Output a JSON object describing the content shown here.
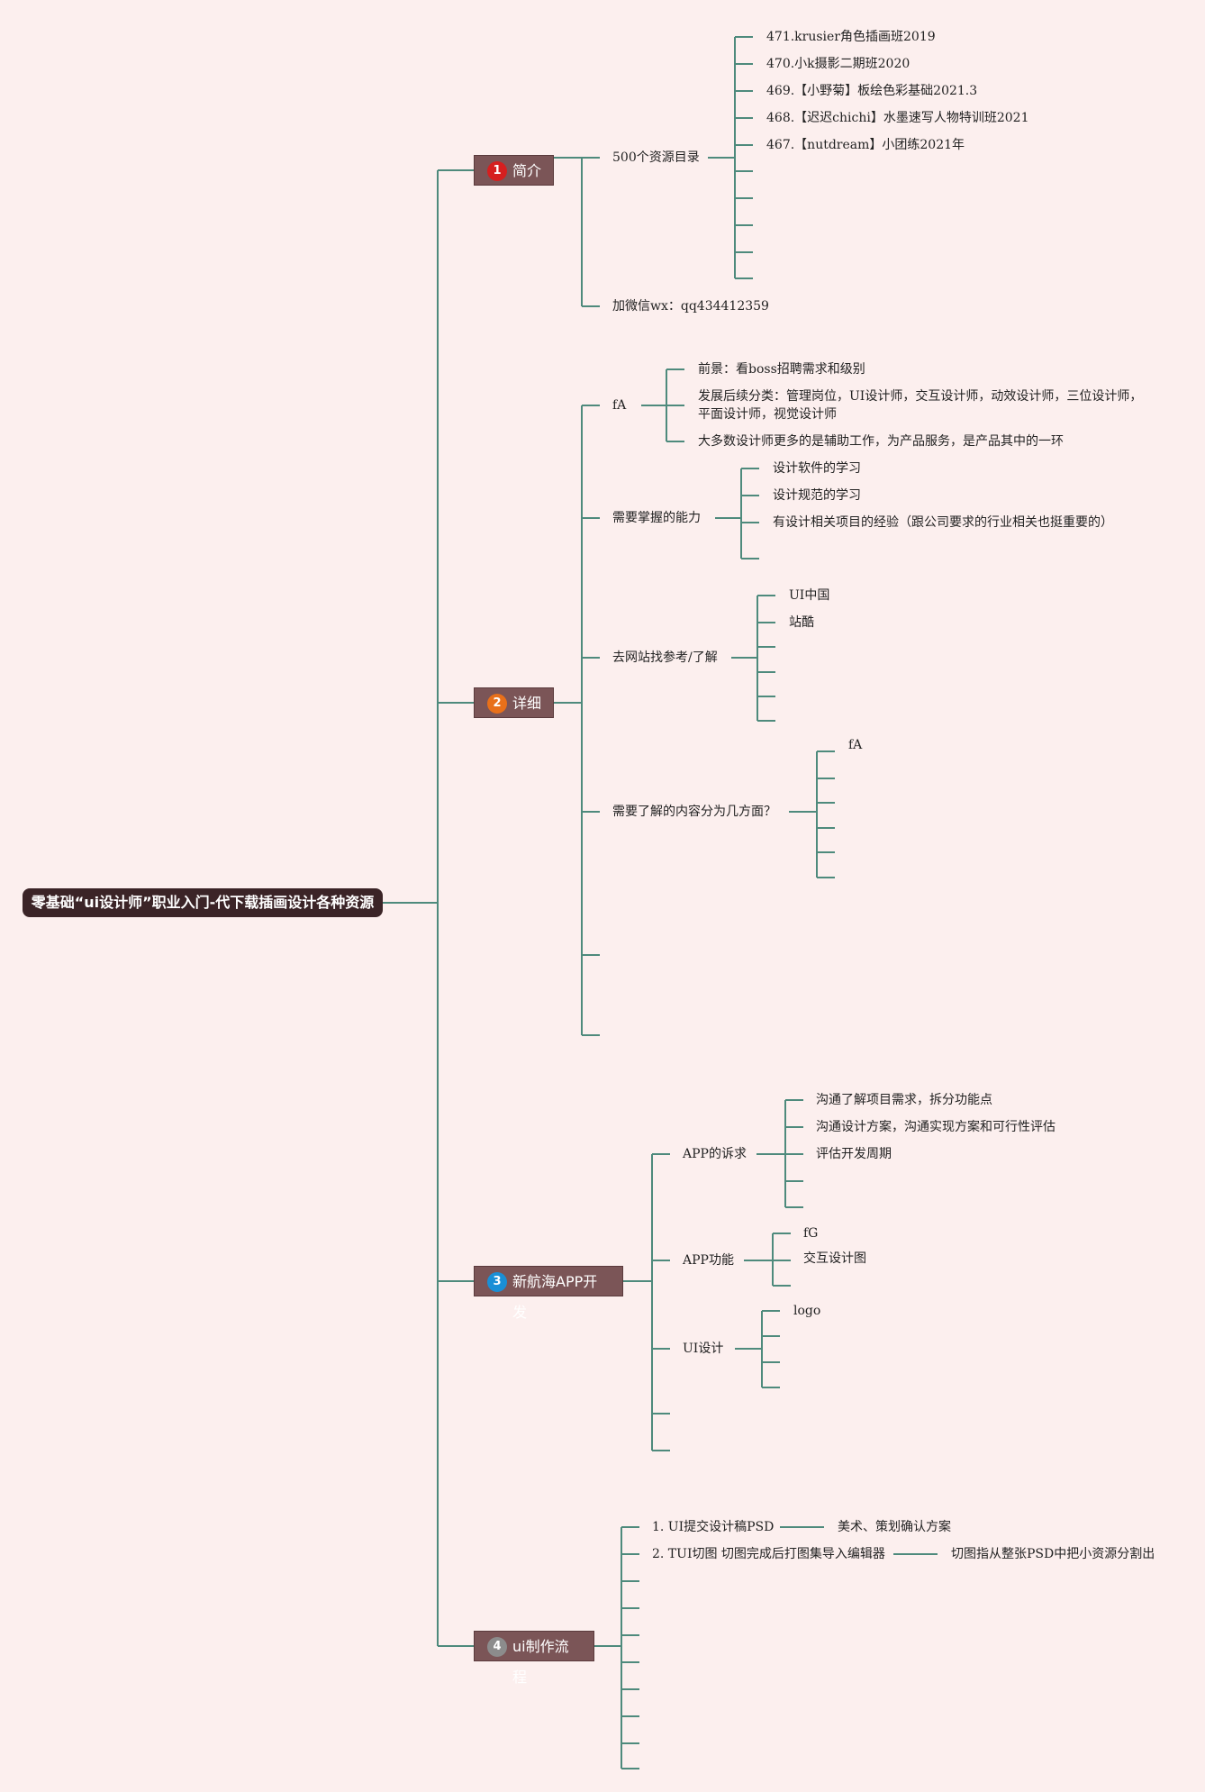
{
  "colors": {
    "background": "#fcefee",
    "connector": "#4e8a7c",
    "root_bg": "#3b2427",
    "section_bg": "#7b5557",
    "badge_1": "#d61f1f",
    "badge_2": "#e8701a",
    "badge_3": "#1a8fd6",
    "badge_4": "#8c8c8c"
  },
  "root": {
    "label": "零基础“ui设计师”职业入门-代下载插画设计各种资源"
  },
  "sections": [
    {
      "number": "1",
      "label": "简介"
    },
    {
      "number": "2",
      "label": "详细"
    },
    {
      "number": "3",
      "label": "新航海APP开发"
    },
    {
      "number": "4",
      "label": "ui制作流程"
    }
  ],
  "intro": {
    "resource_dir": "500个资源目录",
    "resources": [
      "471.krusier角色插画班2019",
      "470.小k摄影二期班2020",
      "469.【小野菊】板绘色彩基础2021.3",
      "468.【迟迟chichi】水墨速写人物特训班2021",
      "467.【nutdream】小团练2021年"
    ],
    "wechat": "加微信wx：qq434412359"
  },
  "detail": {
    "fa": "fA",
    "fa_items": [
      "前景：看boss招聘需求和级别",
      "发展后续分类：管理岗位，UI设计师，交互设计师，动效设计师，三位设计师，平面设计师，视觉设计师",
      "大多数设计师更多的是辅助工作，为产品服务，是产品其中的一环"
    ],
    "abilities": "需要掌握的能力",
    "ability_items": [
      "设计软件的学习",
      "设计规范的学习",
      "有设计相关项目的经验（跟公司要求的行业相关也挺重要的）"
    ],
    "sites": "去网站找参考/了解",
    "site_items": [
      "UI中国",
      "站酷"
    ],
    "aspects": "需要了解的内容分为几方面？",
    "aspect_items": [
      "fA"
    ]
  },
  "app": {
    "demand": "APP的诉求",
    "demand_items": [
      "沟通了解项目需求，拆分功能点",
      "沟通设计方案，沟通实现方案和可行性评估",
      "评估开发周期"
    ],
    "function": "APP功能",
    "function_items": [
      "fG",
      "交互设计图"
    ],
    "ui": "UI设计",
    "ui_items": [
      "logo"
    ]
  },
  "process": {
    "step1": "1. UI提交设计稿PSD",
    "step1_note": "美术、策划确认方案",
    "step2": "2. TUI切图 切图完成后打图集导入编辑器",
    "step2_note": "切图指从整张PSD中把小资源分割出"
  }
}
